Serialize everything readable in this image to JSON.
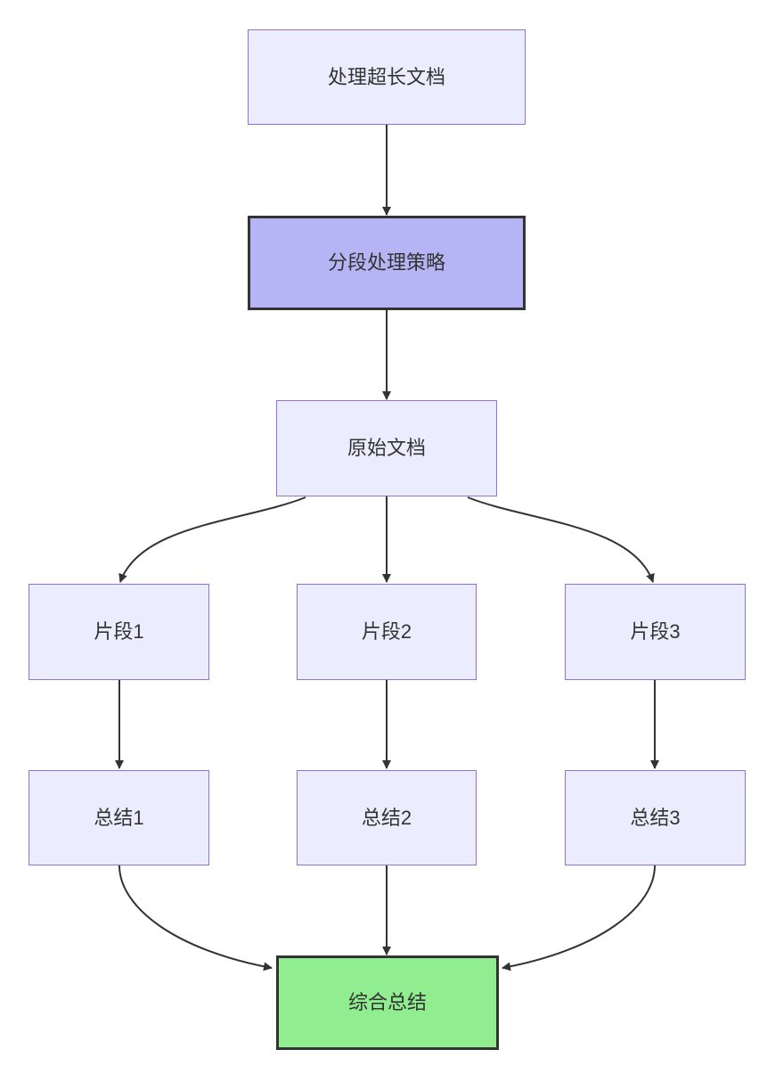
{
  "diagram": {
    "type": "flowchart",
    "direction": "top-down",
    "nodes": {
      "process": {
        "label": "处理超长文档"
      },
      "strategy": {
        "label": "分段处理策略"
      },
      "doc": {
        "label": "原始文档"
      },
      "seg1": {
        "label": "片段1"
      },
      "seg2": {
        "label": "片段2"
      },
      "seg3": {
        "label": "片段3"
      },
      "sum1": {
        "label": "总结1"
      },
      "sum2": {
        "label": "总结2"
      },
      "sum3": {
        "label": "总结3"
      },
      "final": {
        "label": "综合总结"
      }
    },
    "edges": [
      {
        "from": "process",
        "to": "strategy"
      },
      {
        "from": "strategy",
        "to": "doc"
      },
      {
        "from": "doc",
        "to": "seg1"
      },
      {
        "from": "doc",
        "to": "seg2"
      },
      {
        "from": "doc",
        "to": "seg3"
      },
      {
        "from": "seg1",
        "to": "sum1"
      },
      {
        "from": "seg2",
        "to": "sum2"
      },
      {
        "from": "seg3",
        "to": "sum3"
      },
      {
        "from": "sum1",
        "to": "final"
      },
      {
        "from": "sum2",
        "to": "final"
      },
      {
        "from": "sum3",
        "to": "final"
      }
    ]
  },
  "colors": {
    "node-fill": "#ECECFF",
    "node-border": "#9370DB",
    "strategy-fill": "#b5b5f6",
    "final-fill": "#90ee90",
    "emphasis-border": "#333333",
    "edge": "#333333",
    "text": "#333333",
    "background": "#ffffff"
  }
}
